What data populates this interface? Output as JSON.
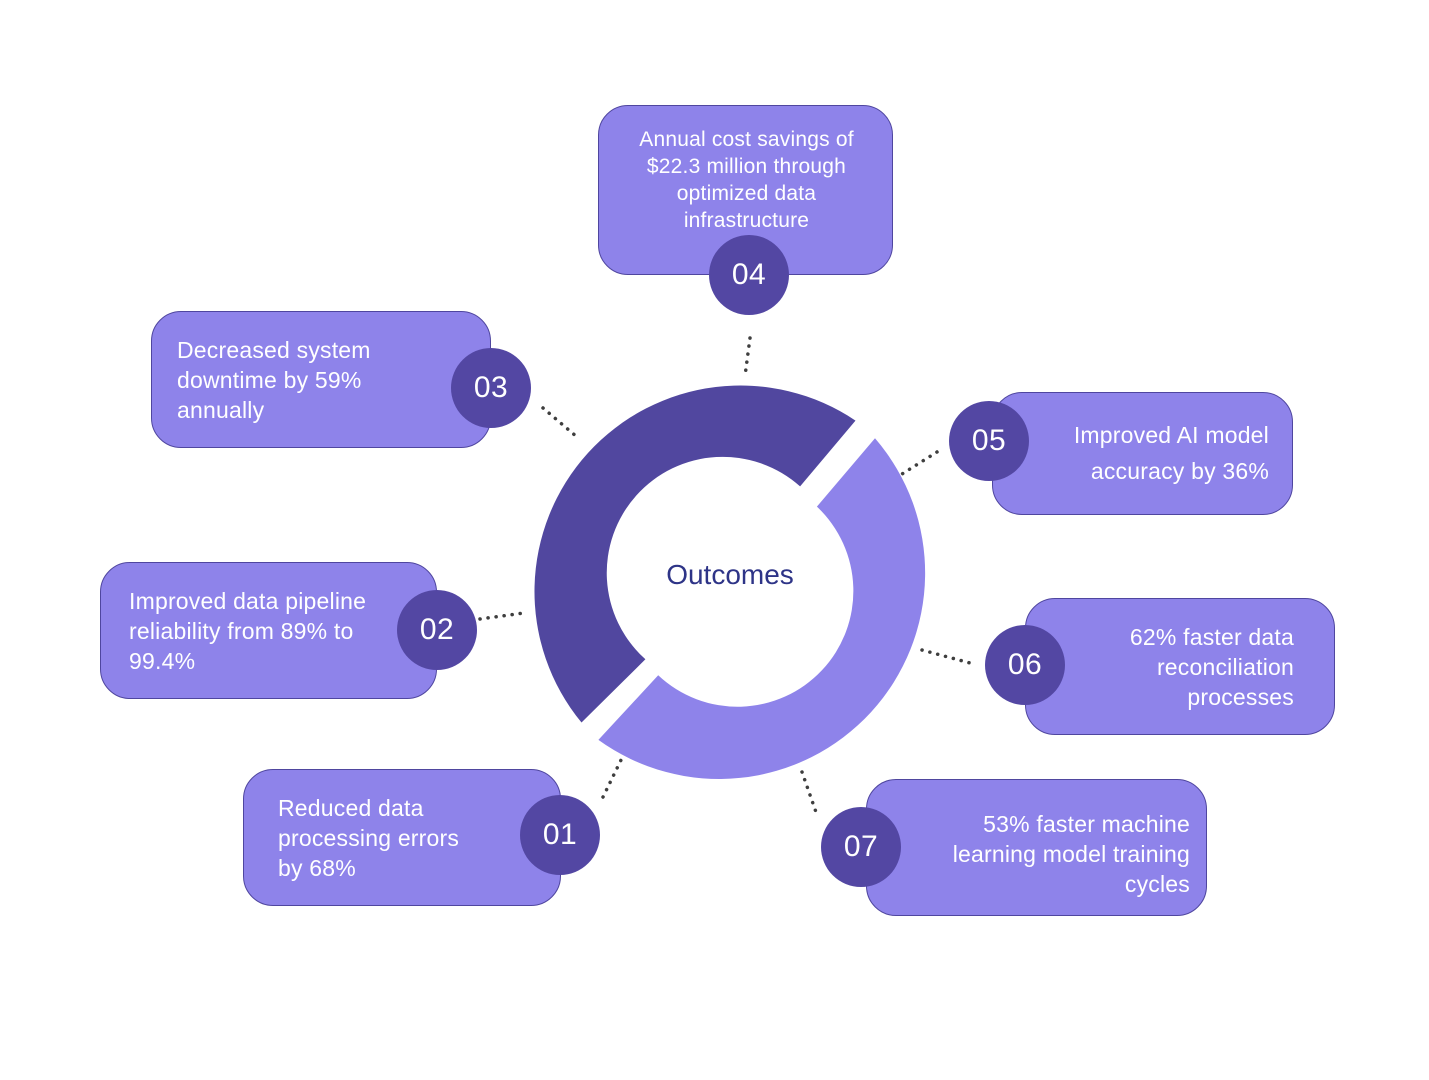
{
  "center": {
    "label": "Outcomes"
  },
  "colors": {
    "ring_dark": "#51479f",
    "ring_light": "#8e83ea",
    "card_fill": "#8e83ea",
    "badge_fill": "#5347a3",
    "center_text": "#2e3487"
  },
  "items": [
    {
      "number": "01",
      "text": "Reduced data\nprocessing  errors\nby 68%"
    },
    {
      "number": "02",
      "text": "Improved data pipeline\nreliability from 89% to\n99.4%"
    },
    {
      "number": "03",
      "text": "Decreased system\ndowntime by 59%\nannually"
    },
    {
      "number": "04",
      "text": "Annual cost savings of\n$22.3 million through\noptimized  data\ninfrastructure"
    },
    {
      "number": "05",
      "text": "Improved AI model\naccuracy by 36%"
    },
    {
      "number": "06",
      "text": "62% faster data\nreconciliation\nprocesses"
    },
    {
      "number": "07",
      "text": "53% faster machine\nlearning model training\ncycles"
    }
  ]
}
